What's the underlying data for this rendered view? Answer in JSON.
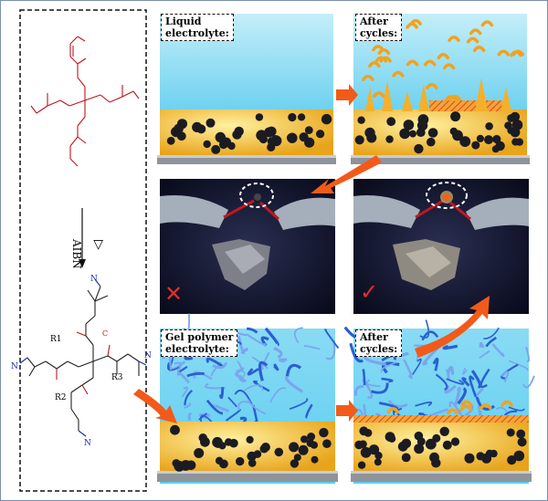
{
  "labels": {
    "liquid": "Liquid\nelectrolyte:",
    "after_top": "After\ncycles:",
    "gel": "Gel polymer\nelectrolyte:",
    "after_bottom": "After\ncycles:"
  },
  "reaction": {
    "initiator": "AIBN",
    "heat": "▷"
  },
  "chem": {
    "r1": "R1",
    "r2": "R2",
    "r3": "R3",
    "n1": "N",
    "n2": "N",
    "n3": "N",
    "n4": "N",
    "c": "C"
  },
  "marks": {
    "fail": "✕",
    "pass": "✓"
  },
  "colors": {
    "electrolyte_blue": "#4fc7ec",
    "particle_yellow": "#f5c32c",
    "polymer_blue": "#2a6fd8",
    "arrow_orange": "#f25a1a"
  }
}
